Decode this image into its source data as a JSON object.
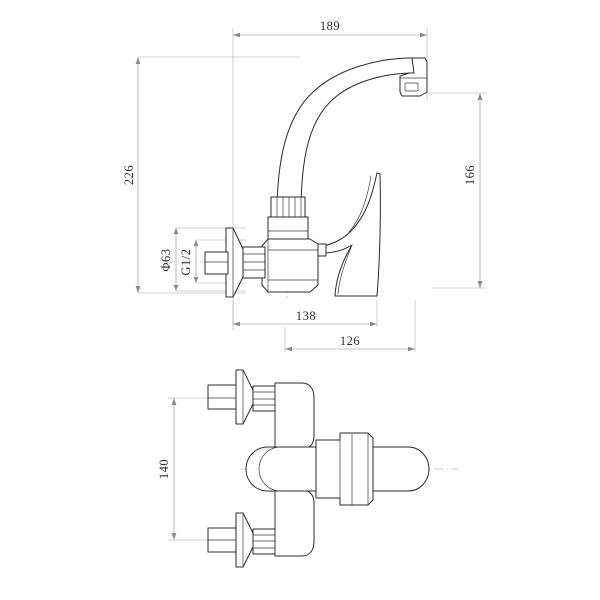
{
  "drawing": {
    "type": "technical-drawing",
    "subject": "wall-mounted single-lever faucet mixer",
    "units": "mm",
    "background_color": "#ffffff",
    "line_color": "#2b2b2b",
    "dimension_line_color": "#8a8a8a",
    "views": [
      {
        "id": "side-elevation",
        "name": "Side Elevation"
      },
      {
        "id": "front-elevation",
        "name": "Front Elevation"
      }
    ]
  },
  "dimensions": {
    "overall_reach": {
      "label": "189",
      "orientation": "horizontal",
      "view": "side-elevation",
      "description": "overall horizontal reach from wall face to spout outlet"
    },
    "overall_height": {
      "label": "226",
      "orientation": "vertical",
      "view": "side-elevation",
      "description": "overall height from inlet centerline base to spout top"
    },
    "spout_height": {
      "label": "166",
      "orientation": "vertical",
      "view": "side-elevation",
      "description": "height from inlet centerline to spout outlet"
    },
    "body_projection": {
      "label": "138",
      "orientation": "horizontal",
      "view": "side-elevation",
      "description": "projection of body and lever from wall"
    },
    "handle_projection": {
      "label": "126",
      "orientation": "horizontal",
      "view": "side-elevation",
      "description": "projection measured from inlet face"
    },
    "inlet_centers": {
      "label": "140",
      "orientation": "vertical",
      "view": "front-elevation",
      "description": "vertical distance between the two inlet centers"
    },
    "escutcheon_diameter": {
      "label": "Φ63",
      "orientation": "vertical-text",
      "view": "side-elevation",
      "description": "wall escutcheon flange outside diameter"
    },
    "inlet_thread": {
      "label": "G1/2",
      "orientation": "vertical-text",
      "view": "side-elevation",
      "description": "inlet connection thread size"
    }
  }
}
